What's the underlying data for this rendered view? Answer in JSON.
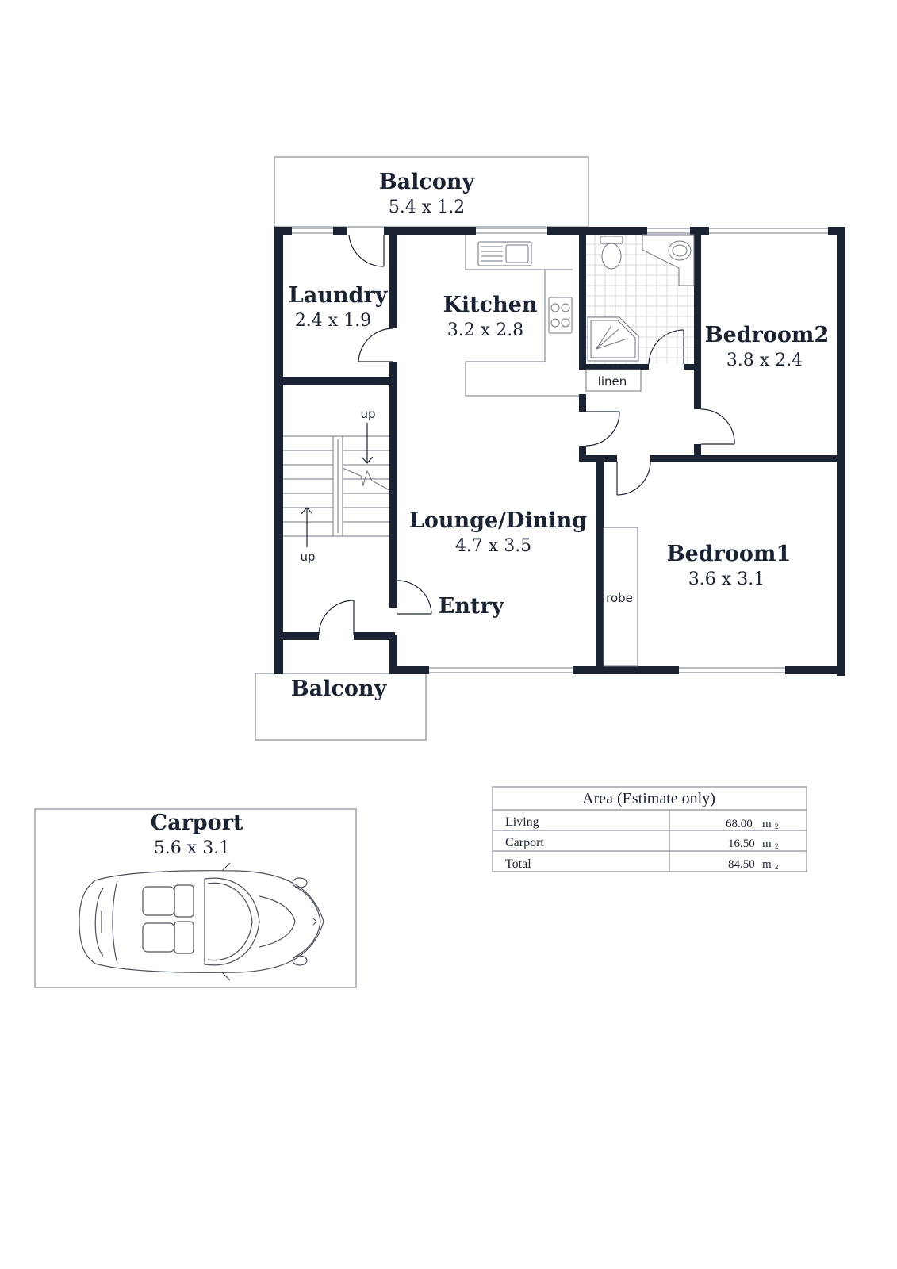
{
  "rooms": {
    "balcony_top": {
      "name": "Balcony",
      "dims": "5.4 x 1.2"
    },
    "laundry": {
      "name": "Laundry",
      "dims": "2.4 x 1.9"
    },
    "kitchen": {
      "name": "Kitchen",
      "dims": "3.2 x 2.8"
    },
    "bedroom2": {
      "name": "Bedroom2",
      "dims": "3.8 x 2.4"
    },
    "lounge": {
      "name": "Lounge/Dining",
      "dims": "4.7 x 3.5"
    },
    "bedroom1": {
      "name": "Bedroom1",
      "dims": "3.6 x 3.1"
    },
    "entry": {
      "name": "Entry"
    },
    "balcony_bottom": {
      "name": "Balcony"
    },
    "carport": {
      "name": "Carport",
      "dims": "5.6 x 3.1"
    }
  },
  "labels": {
    "linen": "linen",
    "robe": "robe",
    "stair_up_top": "up",
    "stair_up_bottom": "up"
  },
  "area_table": {
    "title": "Area (Estimate only)",
    "unit": "m",
    "unit_sub": "2",
    "rows": [
      {
        "label": "Living",
        "value": "68.00"
      },
      {
        "label": "Carport",
        "value": "16.50"
      },
      {
        "label": "Total",
        "value": "84.50"
      }
    ]
  },
  "colors": {
    "wall": "#1b2333",
    "thin_line": "#6f7580"
  }
}
